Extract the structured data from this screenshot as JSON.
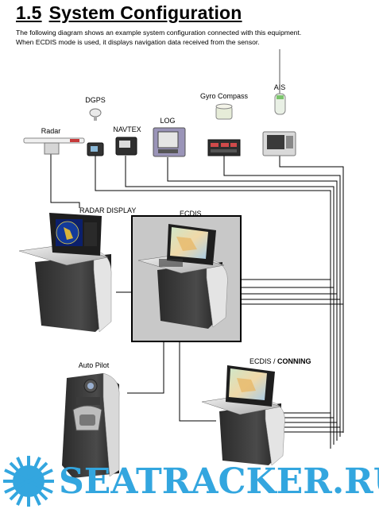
{
  "header": {
    "section_number": "1.5",
    "section_title": "System Configuration",
    "description_line1": "The following diagram shows an example system configuration connected with this equipment.",
    "description_line2": "When ECDIS mode is used, it displays navigation data received from the sensor."
  },
  "devices": {
    "ais": "AIS",
    "dgps": "DGPS",
    "gyro_compass": "Gyro Compass",
    "log": "LOG",
    "radar": "Radar",
    "navtex": "NAVTEX",
    "radar_display": "RADAR DISPLAY",
    "ecdis": "ECDIS",
    "auto_pilot": "Auto Pilot",
    "ecdis_conning_prefix": "ECDIS /",
    "ecdis_conning_suffix": "CONNING"
  },
  "watermark": {
    "text": "SEATRACKER.RU",
    "color": "#33a6df"
  }
}
